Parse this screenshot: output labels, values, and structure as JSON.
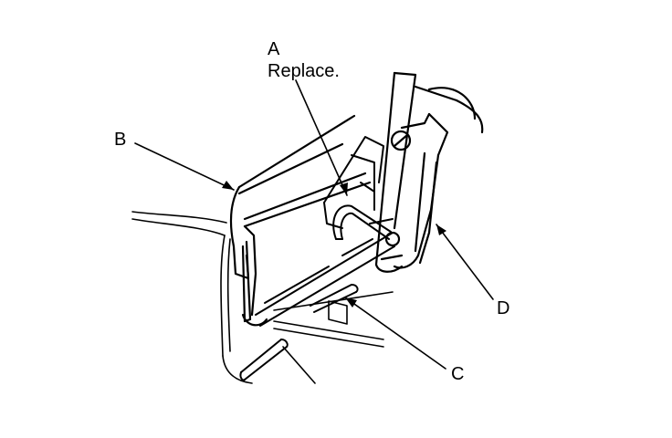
{
  "callouts": {
    "a": {
      "letter": "A",
      "note": "Replace."
    },
    "b": {
      "letter": "B"
    },
    "c": {
      "letter": "C"
    },
    "d": {
      "letter": "D"
    }
  },
  "colors": {
    "ink": "#000000",
    "background": "#ffffff"
  }
}
